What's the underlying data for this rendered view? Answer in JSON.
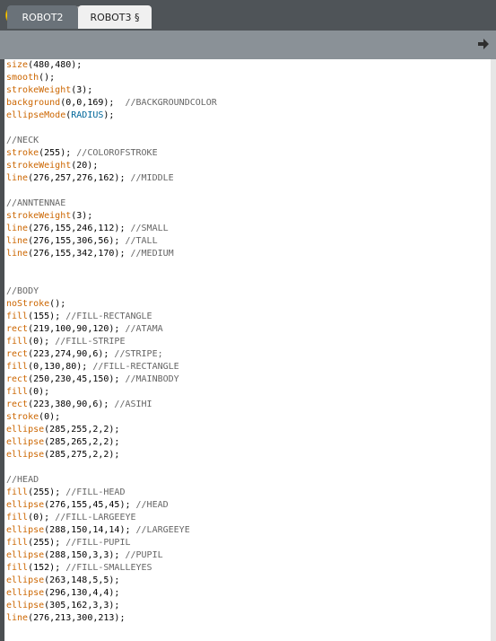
{
  "tabs": [
    {
      "label": "ROBOT2",
      "active": false
    },
    {
      "label": "ROBOT3 §",
      "active": true
    }
  ],
  "colors": {
    "toolbar": "#4f5458",
    "tabbar": "#8a9197",
    "run_button": "#ffcc00",
    "function": "#cc6600",
    "constant": "#006699",
    "comment": "#666666"
  },
  "icons": {
    "run": "play-icon",
    "stop": "stop-icon",
    "new": "new-sketch-icon",
    "open": "open-arrow-up-icon",
    "save": "save-arrow-down-icon",
    "export": "export-arrow-right-icon",
    "tab_menu": "tab-menu-arrow-icon"
  },
  "code_lines": [
    [
      {
        "t": "size",
        "c": "fn"
      },
      {
        "t": "(480,480);",
        "c": ""
      }
    ],
    [
      {
        "t": "smooth",
        "c": "fn"
      },
      {
        "t": "();",
        "c": ""
      }
    ],
    [
      {
        "t": "strokeWeight",
        "c": "fn"
      },
      {
        "t": "(3);",
        "c": ""
      }
    ],
    [
      {
        "t": "background",
        "c": "fn"
      },
      {
        "t": "(0,0,169);  ",
        "c": ""
      },
      {
        "t": "//BACKGROUNDCOLOR",
        "c": "cm"
      }
    ],
    [
      {
        "t": "ellipseMode",
        "c": "fn"
      },
      {
        "t": "(",
        "c": ""
      },
      {
        "t": "RADIUS",
        "c": "kw"
      },
      {
        "t": ");",
        "c": ""
      }
    ],
    [],
    [
      {
        "t": "//NECK",
        "c": "cm"
      }
    ],
    [
      {
        "t": "stroke",
        "c": "fn"
      },
      {
        "t": "(255); ",
        "c": ""
      },
      {
        "t": "//COLOROFSTROKE",
        "c": "cm"
      }
    ],
    [
      {
        "t": "strokeWeight",
        "c": "fn"
      },
      {
        "t": "(20);",
        "c": ""
      }
    ],
    [
      {
        "t": "line",
        "c": "fn"
      },
      {
        "t": "(276,257,276,162); ",
        "c": ""
      },
      {
        "t": "//MIDDLE",
        "c": "cm"
      }
    ],
    [],
    [
      {
        "t": "//ANNTENNAE",
        "c": "cm"
      }
    ],
    [
      {
        "t": "strokeWeight",
        "c": "fn"
      },
      {
        "t": "(3);",
        "c": ""
      }
    ],
    [
      {
        "t": "line",
        "c": "fn"
      },
      {
        "t": "(276,155,246,112); ",
        "c": ""
      },
      {
        "t": "//SMALL",
        "c": "cm"
      }
    ],
    [
      {
        "t": "line",
        "c": "fn"
      },
      {
        "t": "(276,155,306,56); ",
        "c": ""
      },
      {
        "t": "//TALL",
        "c": "cm"
      }
    ],
    [
      {
        "t": "line",
        "c": "fn"
      },
      {
        "t": "(276,155,342,170); ",
        "c": ""
      },
      {
        "t": "//MEDIUM",
        "c": "cm"
      }
    ],
    [],
    [],
    [
      {
        "t": "//BODY",
        "c": "cm"
      }
    ],
    [
      {
        "t": "noStroke",
        "c": "fn"
      },
      {
        "t": "();",
        "c": ""
      }
    ],
    [
      {
        "t": "fill",
        "c": "fn"
      },
      {
        "t": "(155); ",
        "c": ""
      },
      {
        "t": "//FILL-RECTANGLE",
        "c": "cm"
      }
    ],
    [
      {
        "t": "rect",
        "c": "fn"
      },
      {
        "t": "(219,100,90,120); ",
        "c": ""
      },
      {
        "t": "//ATAMA",
        "c": "cm"
      }
    ],
    [
      {
        "t": "fill",
        "c": "fn"
      },
      {
        "t": "(0); ",
        "c": ""
      },
      {
        "t": "//FILL-STRIPE",
        "c": "cm"
      }
    ],
    [
      {
        "t": "rect",
        "c": "fn"
      },
      {
        "t": "(223,274,90,6); ",
        "c": ""
      },
      {
        "t": "//STRIPE;",
        "c": "cm"
      }
    ],
    [
      {
        "t": "fill",
        "c": "fn"
      },
      {
        "t": "(0,130,80); ",
        "c": ""
      },
      {
        "t": "//FILL-RECTANGLE",
        "c": "cm"
      }
    ],
    [
      {
        "t": "rect",
        "c": "fn"
      },
      {
        "t": "(250,230,45,150); ",
        "c": ""
      },
      {
        "t": "//MAINBODY",
        "c": "cm"
      }
    ],
    [
      {
        "t": "fill",
        "c": "fn"
      },
      {
        "t": "(0);",
        "c": ""
      }
    ],
    [
      {
        "t": "rect",
        "c": "fn"
      },
      {
        "t": "(223,380,90,6); ",
        "c": ""
      },
      {
        "t": "//ASIHI",
        "c": "cm"
      }
    ],
    [
      {
        "t": "stroke",
        "c": "fn"
      },
      {
        "t": "(0);",
        "c": ""
      }
    ],
    [
      {
        "t": "ellipse",
        "c": "fn"
      },
      {
        "t": "(285,255,2,2);",
        "c": ""
      }
    ],
    [
      {
        "t": "ellipse",
        "c": "fn"
      },
      {
        "t": "(285,265,2,2);",
        "c": ""
      }
    ],
    [
      {
        "t": "ellipse",
        "c": "fn"
      },
      {
        "t": "(285,275,2,2);",
        "c": ""
      }
    ],
    [],
    [
      {
        "t": "//HEAD",
        "c": "cm"
      }
    ],
    [
      {
        "t": "fill",
        "c": "fn"
      },
      {
        "t": "(255); ",
        "c": ""
      },
      {
        "t": "//FILL-HEAD",
        "c": "cm"
      }
    ],
    [
      {
        "t": "ellipse",
        "c": "fn"
      },
      {
        "t": "(276,155,45,45); ",
        "c": ""
      },
      {
        "t": "//HEAD",
        "c": "cm"
      }
    ],
    [
      {
        "t": "fill",
        "c": "fn"
      },
      {
        "t": "(0); ",
        "c": ""
      },
      {
        "t": "//FILL-LARGEEYE",
        "c": "cm"
      }
    ],
    [
      {
        "t": "ellipse",
        "c": "fn"
      },
      {
        "t": "(288,150,14,14); ",
        "c": ""
      },
      {
        "t": "//LARGEEYE",
        "c": "cm"
      }
    ],
    [
      {
        "t": "fill",
        "c": "fn"
      },
      {
        "t": "(255); ",
        "c": ""
      },
      {
        "t": "//FILL-PUPIL",
        "c": "cm"
      }
    ],
    [
      {
        "t": "ellipse",
        "c": "fn"
      },
      {
        "t": "(288,150,3,3); ",
        "c": ""
      },
      {
        "t": "//PUPIL",
        "c": "cm"
      }
    ],
    [
      {
        "t": "fill",
        "c": "fn"
      },
      {
        "t": "(152); ",
        "c": ""
      },
      {
        "t": "//FILL-SMALLEYES",
        "c": "cm"
      }
    ],
    [
      {
        "t": "ellipse",
        "c": "fn"
      },
      {
        "t": "(263,148,5,5);",
        "c": ""
      }
    ],
    [
      {
        "t": "ellipse",
        "c": "fn"
      },
      {
        "t": "(296,130,4,4);",
        "c": ""
      }
    ],
    [
      {
        "t": "ellipse",
        "c": "fn"
      },
      {
        "t": "(305,162,3,3);",
        "c": ""
      }
    ],
    [
      {
        "t": "line",
        "c": "fn"
      },
      {
        "t": "(276,213,300,213);",
        "c": ""
      }
    ]
  ]
}
